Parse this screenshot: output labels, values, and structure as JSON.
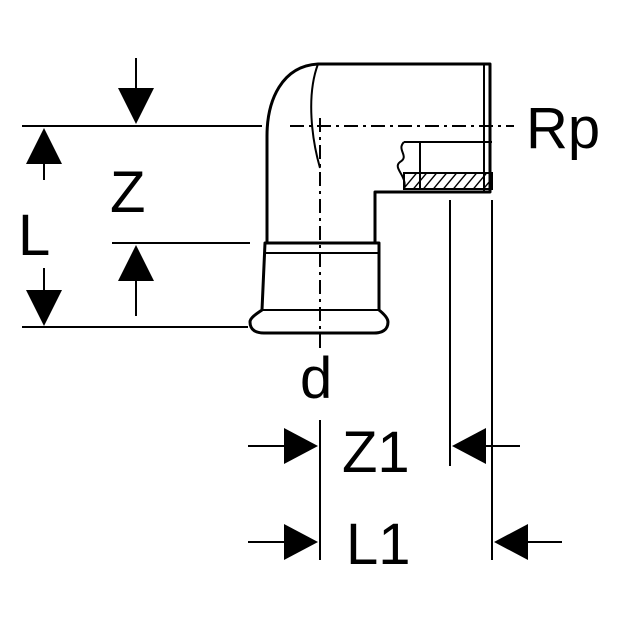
{
  "dimensions": {
    "z": "Z",
    "l": "L",
    "rp": "Rp",
    "d": "d",
    "z1": "Z1",
    "l1": "L1"
  }
}
